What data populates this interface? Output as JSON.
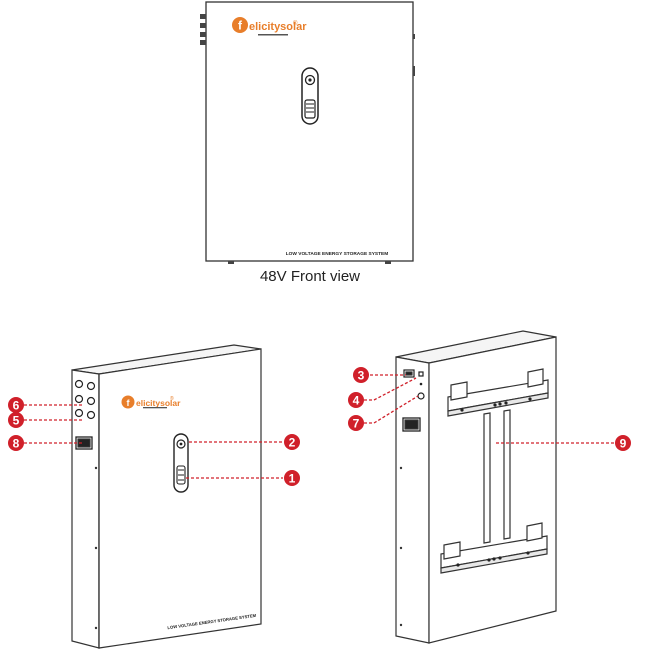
{
  "brand": {
    "name": "Felicitysolar",
    "initial": "f",
    "rest": "elicitysolar",
    "registered": "®",
    "accent_color": "#e87e2a"
  },
  "front_view": {
    "caption": "48V Front view",
    "panel_label": "LOW VOLTAGE ENERGY STORAGE SYSTEM"
  },
  "iso_front": {
    "panel_label": "LOW VOLTAGE ENERGY STORAGE SYSTEM"
  },
  "callouts": [
    {
      "number": "1"
    },
    {
      "number": "2"
    },
    {
      "number": "3"
    },
    {
      "number": "4"
    },
    {
      "number": "5"
    },
    {
      "number": "6"
    },
    {
      "number": "7"
    },
    {
      "number": "8"
    },
    {
      "number": "9"
    }
  ],
  "colors": {
    "callout_red": "#d0202a",
    "line": "#333333"
  }
}
